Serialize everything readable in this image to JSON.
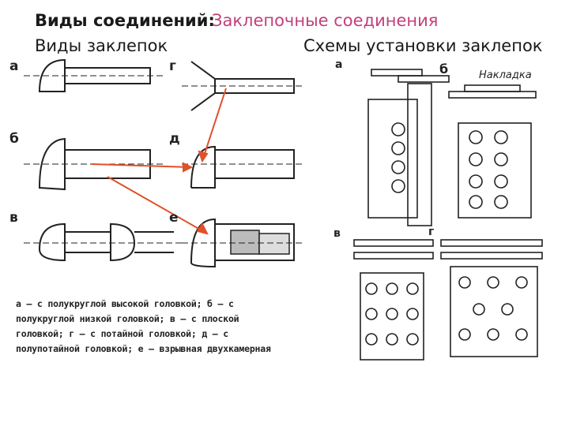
{
  "header": {
    "title_left": "Виды соединений:",
    "title_right": "Заклепочные соединения",
    "subtitle_left": "Виды заклепок",
    "subtitle_right": "Схемы установки заклепок"
  },
  "rivet_figure": {
    "labels": [
      "а",
      "б",
      "в",
      "г",
      "д",
      "е"
    ]
  },
  "caption": {
    "text": "а — с полукруглой высокой головкой; б — с полукруглой низкой головкой; в — с плоской головкой; г — с потайной головкой; д — с полупотайной головкой; е — взрывная двухкамерная"
  },
  "scheme_figure": {
    "labels": [
      "а",
      "б",
      "в",
      "г"
    ],
    "annotation": "Накладка"
  },
  "colors": {
    "title_accent": "#c2407a",
    "arrow": "#e0502a"
  }
}
